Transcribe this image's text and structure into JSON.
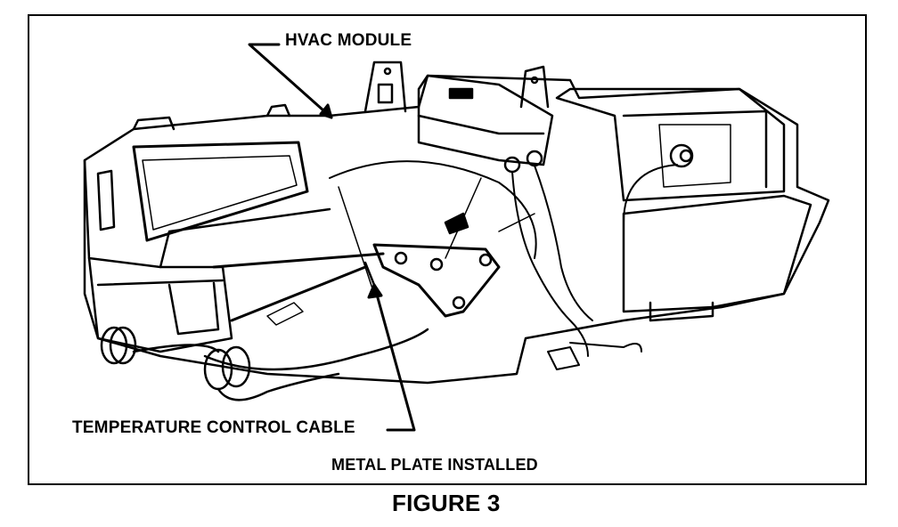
{
  "figure": {
    "labels": {
      "hvac_module": "HVAC MODULE",
      "temperature_control_cable": "TEMPERATURE CONTROL CABLE",
      "metal_plate": "METAL PLATE INSTALLED"
    },
    "caption": "FIGURE 3"
  },
  "colors": {
    "ink": "#000000",
    "paper": "#ffffff"
  }
}
